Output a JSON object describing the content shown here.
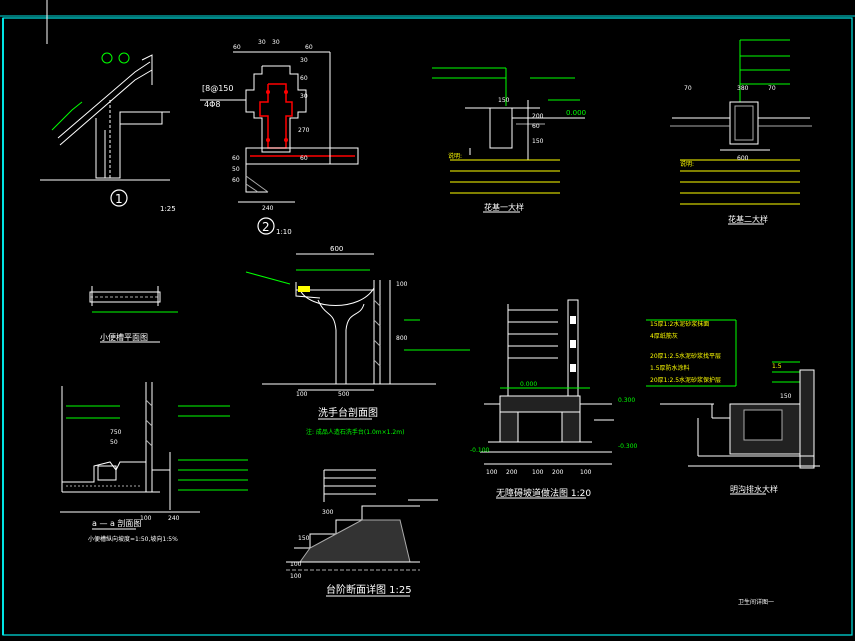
{
  "colors": {
    "background": "#000000",
    "frame": "#00e5e5",
    "line": "#ffffff",
    "note": "#ffff00",
    "accent_green": "#00ff00",
    "accent_red": "#ff0000",
    "hatch": "#aaaaaa"
  },
  "detail1": {
    "marker": "1",
    "scale": "1:25"
  },
  "detail2": {
    "marker": "2",
    "scale": "1:10",
    "dim_top": [
      "60",
      "30",
      "30",
      "60"
    ],
    "dim_left_1": "[8@150",
    "dim_left_2": "4Φ8",
    "dim_side": [
      "30",
      "60",
      "30",
      "270",
      "60"
    ],
    "dim_bottom": [
      "60",
      "50",
      "60"
    ],
    "dim_base": "240"
  },
  "huaji1": {
    "title": "花基一大样",
    "note_head": "说明:",
    "dims": [
      "200",
      "60",
      "150",
      "150"
    ],
    "elev": "0.000"
  },
  "huaji2": {
    "title": "花基二大样",
    "note_head": "说明:",
    "dims": [
      "70",
      "380",
      "70",
      "600"
    ]
  },
  "urinal": {
    "title": "小便槽平面图"
  },
  "washbasin": {
    "title": "洗手台剖面图",
    "note": "注: 成品人造石洗手台(1.0m×1.2m)",
    "dim_top": "600",
    "dim_bottom": [
      "100",
      "500"
    ],
    "dim_side": [
      "100",
      "800"
    ]
  },
  "section_aa": {
    "title": "a — a 剖面图",
    "note": "小便槽纵向坡度=1:50,坡向1:5%",
    "dims": [
      "750",
      "50",
      "240",
      "100"
    ]
  },
  "barrier": {
    "title": "无障碍坡道做法图 1:20",
    "elevs": [
      "0.300",
      "0.000",
      "-0.100",
      "-0.300"
    ],
    "dims": [
      "100",
      "200",
      "100",
      "200",
      "100"
    ]
  },
  "drain": {
    "title": "明沟排水大样",
    "layers": [
      "15厚1:2水泥砂浆抹面",
      "4厚纸筋灰",
      "20厚1:2.5水泥砂浆找平层",
      "1.5厚防水涂料",
      "20厚1:2.5水泥砂浆保护层"
    ],
    "dims": [
      "1.5",
      "150"
    ]
  },
  "steps": {
    "title": "台阶断面详图 1:25",
    "dims": [
      "300",
      "150",
      "100",
      "100"
    ]
  },
  "footer": {
    "sheet_label": "卫生间详图一"
  }
}
